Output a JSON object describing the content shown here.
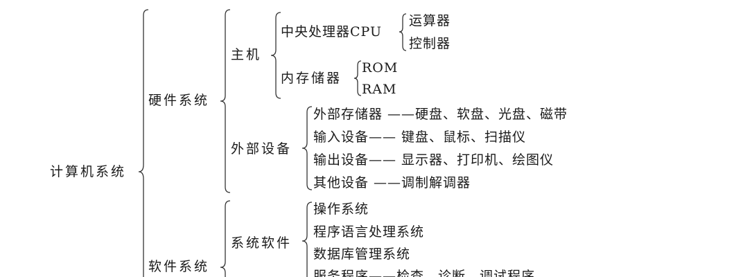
{
  "root": {
    "label": "计算机系统"
  },
  "hardware": {
    "label": "硬件系统",
    "host": {
      "label": "主机",
      "cpu": {
        "label": "中央处理器CPU",
        "parts": [
          "运算器",
          "控制器"
        ]
      },
      "memory": {
        "label": "内存储器",
        "parts": [
          "ROM",
          "RAM"
        ]
      }
    },
    "peripherals": {
      "label": "外部设备",
      "items": [
        "外部存储器 ——硬盘、软盘、光盘、磁带",
        "输入设备—— 键盘、鼠标、扫描仪",
        "输出设备—— 显示器、打印机、绘图仪",
        "其他设备 ——调制解调器"
      ]
    }
  },
  "software": {
    "label": "软件系统",
    "system_software": {
      "label": "系统软件",
      "items": [
        "操作系统",
        "程序语言处理系统",
        "数据库管理系统",
        "服务程序——检查、诊断、调试程序"
      ]
    }
  }
}
